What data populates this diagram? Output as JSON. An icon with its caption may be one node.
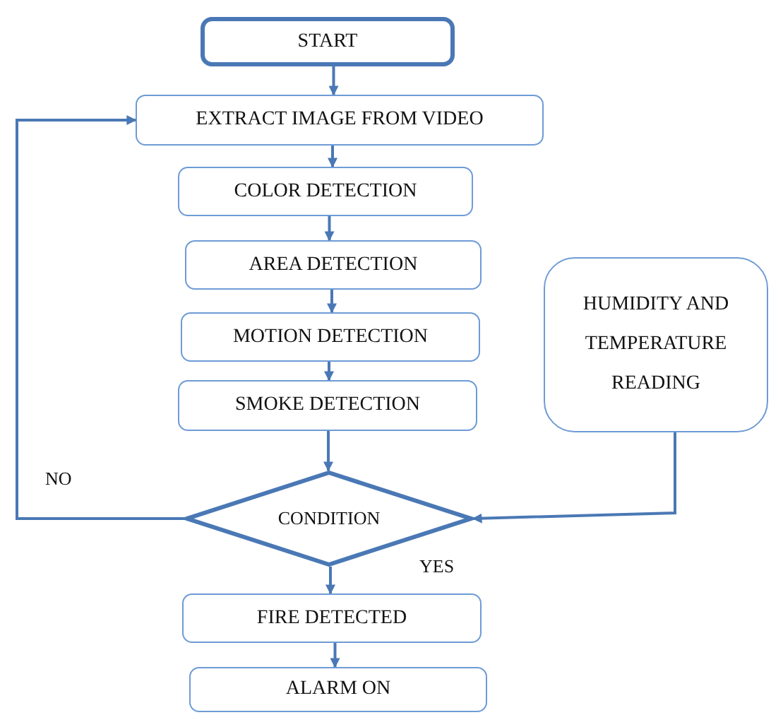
{
  "diagram": {
    "nodes": [
      {
        "text": [
          "START"
        ]
      },
      {
        "text": [
          "EXTRACT IMAGE FROM VIDEO"
        ]
      },
      {
        "text": [
          "COLOR DETECTION"
        ]
      },
      {
        "text": [
          "AREA DETECTION"
        ]
      },
      {
        "text": [
          "MOTION DETECTION"
        ]
      },
      {
        "text": [
          "SMOKE DETECTION"
        ]
      },
      {
        "text": [
          "CONDITION"
        ]
      },
      {
        "text": [
          "HUMIDITY AND TEMPERATURE READING"
        ]
      },
      {
        "text": [
          "FIRE DETECTED"
        ]
      },
      {
        "text": [
          "ALARM ON"
        ]
      }
    ],
    "edges": [
      {
        "from": 0,
        "to": 1,
        "arrow": "to"
      },
      {
        "from": 1,
        "to": 2,
        "arrow": "to"
      },
      {
        "from": 2,
        "to": 3,
        "arrow": "to"
      },
      {
        "from": 3,
        "to": 4,
        "arrow": "to"
      },
      {
        "from": 4,
        "to": 5,
        "arrow": "to"
      },
      {
        "from": 5,
        "to": 6,
        "arrow": "to"
      },
      {
        "from": 6,
        "to": 1,
        "arrow": "to",
        "label": "NO"
      },
      {
        "from": 7,
        "to": 6,
        "arrow": "to"
      },
      {
        "from": 6,
        "to": 8,
        "arrow": "to",
        "label": "YES"
      },
      {
        "from": 8,
        "to": 9,
        "arrow": "to"
      }
    ]
  }
}
